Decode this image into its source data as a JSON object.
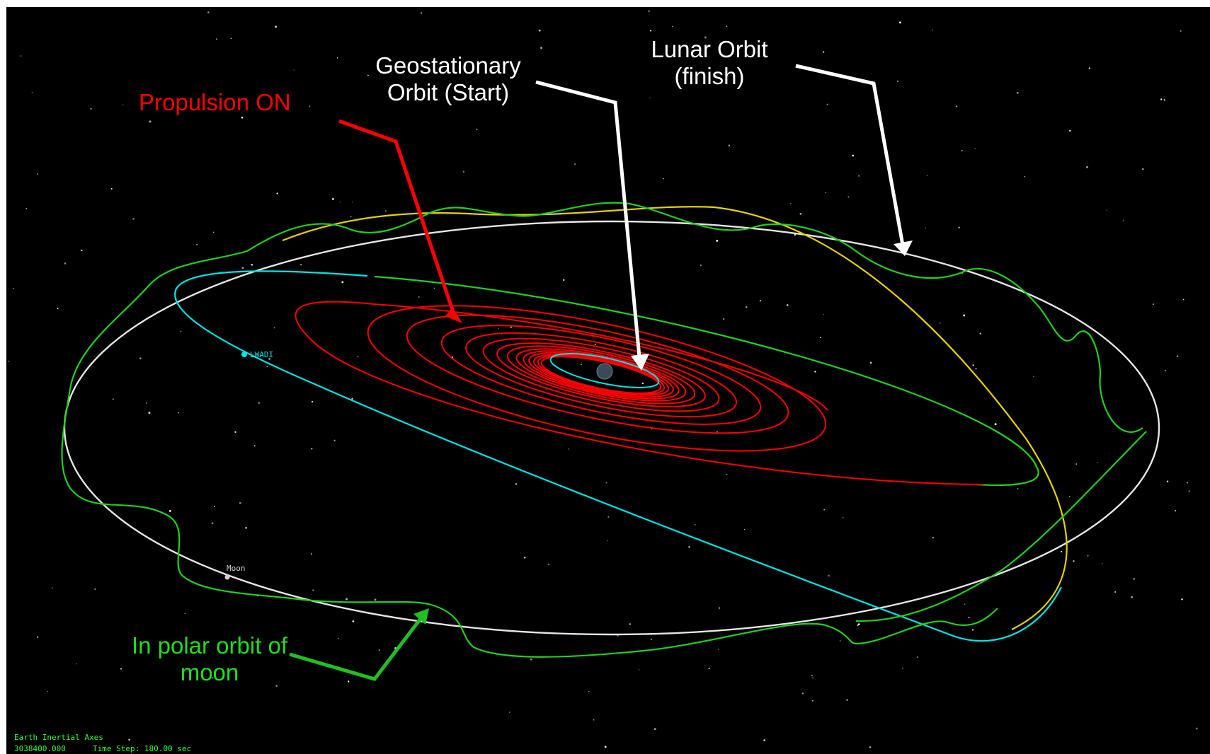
{
  "view": {
    "background_color": "#000000",
    "axes_label": "Earth Inertial Axes",
    "epoch_readout": "3038400.000",
    "time_step": "Time Step: 180.00 sec"
  },
  "callouts": {
    "propulsion": {
      "text": "Propulsion ON",
      "color": "#ff0000"
    },
    "geo": {
      "line1": "Geostationary",
      "line2": "Orbit (Start)",
      "color": "#ffffff"
    },
    "lunar": {
      "line1": "Lunar Orbit",
      "line2": "(finish)",
      "color": "#ffffff"
    },
    "polar": {
      "line1": "In polar orbit of",
      "line2": "moon",
      "color": "#22dd22"
    }
  },
  "objects": {
    "spacecraft": {
      "label": "LWADI",
      "color": "#00e5e5"
    },
    "moon": {
      "label": "Moon",
      "color": "#d0d0d0"
    },
    "earth": {
      "icon": "earth-globe-icon"
    }
  },
  "trajectory_colors": {
    "spiral": "#ff0000",
    "transfer": "#00e5e5",
    "lunar_path": "#20d020",
    "moon_orbit": "#e6e6e6",
    "lunar_arc": "#e6d200"
  }
}
